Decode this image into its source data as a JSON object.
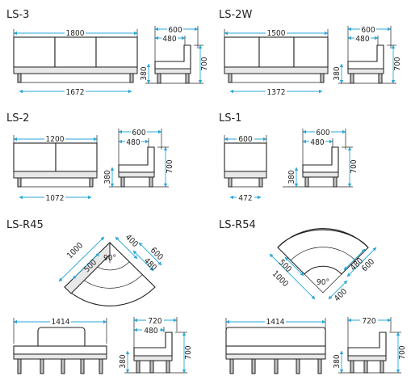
{
  "models": {
    "ls3": {
      "title": "LS-3",
      "width": "1800",
      "leg_span": "1672",
      "depth": "600",
      "seat_depth": "480",
      "seat_height": "380",
      "height": "700"
    },
    "ls2w": {
      "title": "LS-2W",
      "width": "1500",
      "leg_span": "1372",
      "depth": "600",
      "seat_depth": "480",
      "seat_height": "380",
      "height": "700"
    },
    "ls2": {
      "title": "LS-2",
      "width": "1200",
      "leg_span": "1072",
      "depth": "600",
      "seat_depth": "480",
      "seat_height": "380",
      "height": "700"
    },
    "ls1": {
      "title": "LS-1",
      "width": "600",
      "leg_span": "472",
      "depth": "600",
      "seat_depth": "480",
      "seat_height": "380",
      "height": "700"
    },
    "lsr45": {
      "title": "LS-R45",
      "outer_radius": "1000",
      "inner_radius": "500",
      "arm_outer": "400",
      "depth": "600",
      "seat_depth": "480",
      "angle": "90°",
      "front_width": "1414",
      "side_depth": "720",
      "side_seat": "480",
      "seat_height": "380",
      "height": "700"
    },
    "lsr54": {
      "title": "LS-R54",
      "outer_radius": "1000",
      "inner_radius": "500",
      "arm_outer": "400",
      "depth": "600",
      "seat_depth": "480",
      "angle": "90°",
      "front_width": "1414",
      "side_depth": "720",
      "side_seat": "480",
      "seat_height": "380",
      "height": "700"
    }
  },
  "colors": {
    "dimension": "#29a7d8",
    "outline": "#222222"
  }
}
